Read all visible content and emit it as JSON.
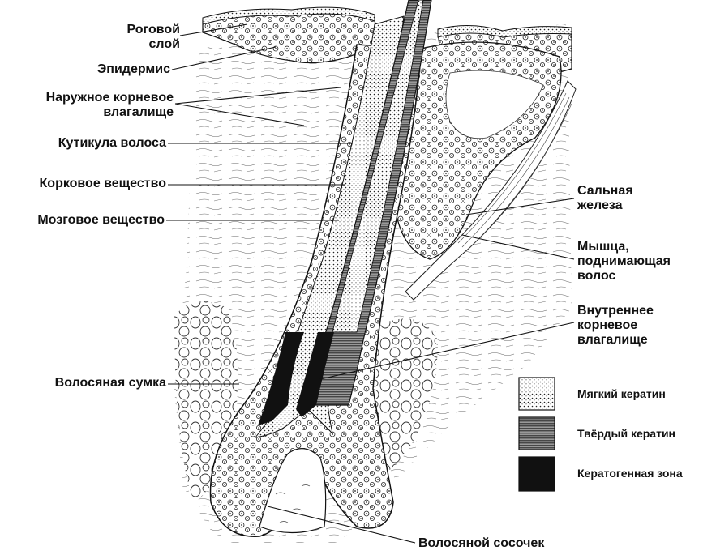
{
  "labels": {
    "horny_layer": [
      "Роговой",
      "слой"
    ],
    "epidermis": "Эпидермис",
    "outer_root_sheath": [
      "Наружное корневое",
      "влагалище"
    ],
    "hair_cuticle": "Кутикула волоса",
    "cortex": "Корковое вещество",
    "medulla": "Мозговое вещество",
    "hair_follicle": "Волосяная сумка",
    "sebaceous_gland": [
      "Сальная",
      "железа"
    ],
    "arrector_muscle": [
      "Мышца,",
      "поднимающая",
      "волос"
    ],
    "inner_root_sheath": [
      "Внутреннее",
      "корневое",
      "влагалище"
    ],
    "hair_papilla": "Волосяной сосочек"
  },
  "legend": [
    {
      "label": "Мягкий кератин",
      "pattern": "soft-keratin"
    },
    {
      "label": "Твёрдый кератин",
      "pattern": "hard-keratin"
    },
    {
      "label": "Кератогенная зона",
      "pattern": "keratogenous-zone"
    }
  ],
  "colors": {
    "ink": "#111111",
    "background": "#ffffff"
  }
}
